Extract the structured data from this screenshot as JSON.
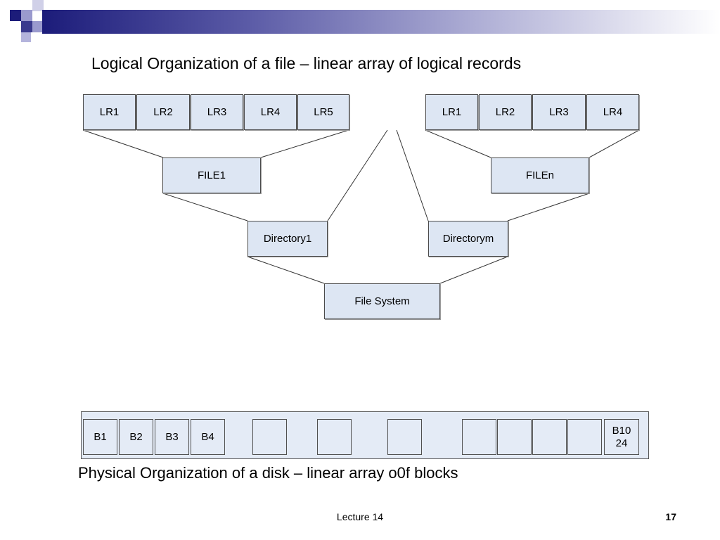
{
  "slide": {
    "title": "Logical Organization of a file – linear array of logical records",
    "caption": "Physical Organization of a disk – linear array o0f blocks",
    "footer": "Lecture 14",
    "page_number": "17"
  },
  "diagram": {
    "file1_records": [
      "LR1",
      "LR2",
      "LR3",
      "LR4",
      "LR5"
    ],
    "filen_records": [
      "LR1",
      "LR2",
      "LR3",
      "LR4"
    ],
    "file1": "FILE1",
    "filen": "FILEn",
    "directory1": "Directory1",
    "directorym": "Directorym",
    "file_system": "File System"
  },
  "disk": {
    "blocks": [
      "B1",
      "B2",
      "B3",
      "B4",
      "",
      "",
      "",
      "",
      "",
      "",
      "",
      "B10\n24"
    ]
  },
  "colors": {
    "box_fill": "#dde6f3",
    "header_navy": "#1c1c7a",
    "header_light": "#9a9ace"
  }
}
